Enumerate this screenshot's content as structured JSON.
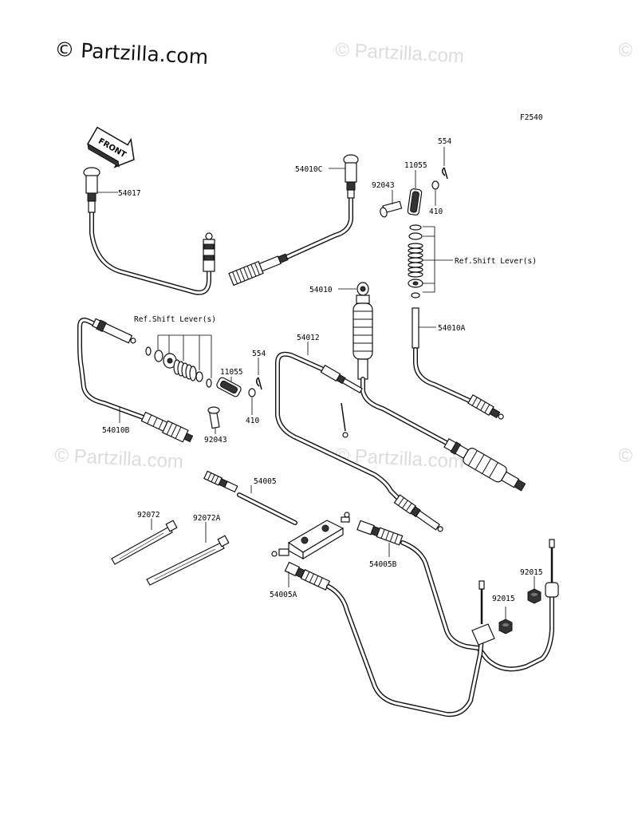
{
  "watermark": {
    "main": "© Partzilla.com",
    "faint": "© Partzilla.com"
  },
  "diagram_code": "F2540",
  "front_label": "FRONT",
  "ref_text": "Ref.Shift Lever(s)",
  "labels": {
    "p54017": "54017",
    "p54010C": "54010C",
    "p92043_top": "92043",
    "p11055_top": "11055",
    "p554_top": "554",
    "p410_top": "410",
    "p54010": "54010",
    "p54010A": "54010A",
    "p54012": "54012",
    "p554_mid": "554",
    "p11055_mid": "11055",
    "p410_mid": "410",
    "p92043_mid": "92043",
    "p54010B": "54010B",
    "p54005": "54005",
    "p92072": "92072",
    "p92072A": "92072A",
    "p54005B": "54005B",
    "p54005A": "54005A",
    "p92015_a": "92015",
    "p92015_b": "92015"
  }
}
